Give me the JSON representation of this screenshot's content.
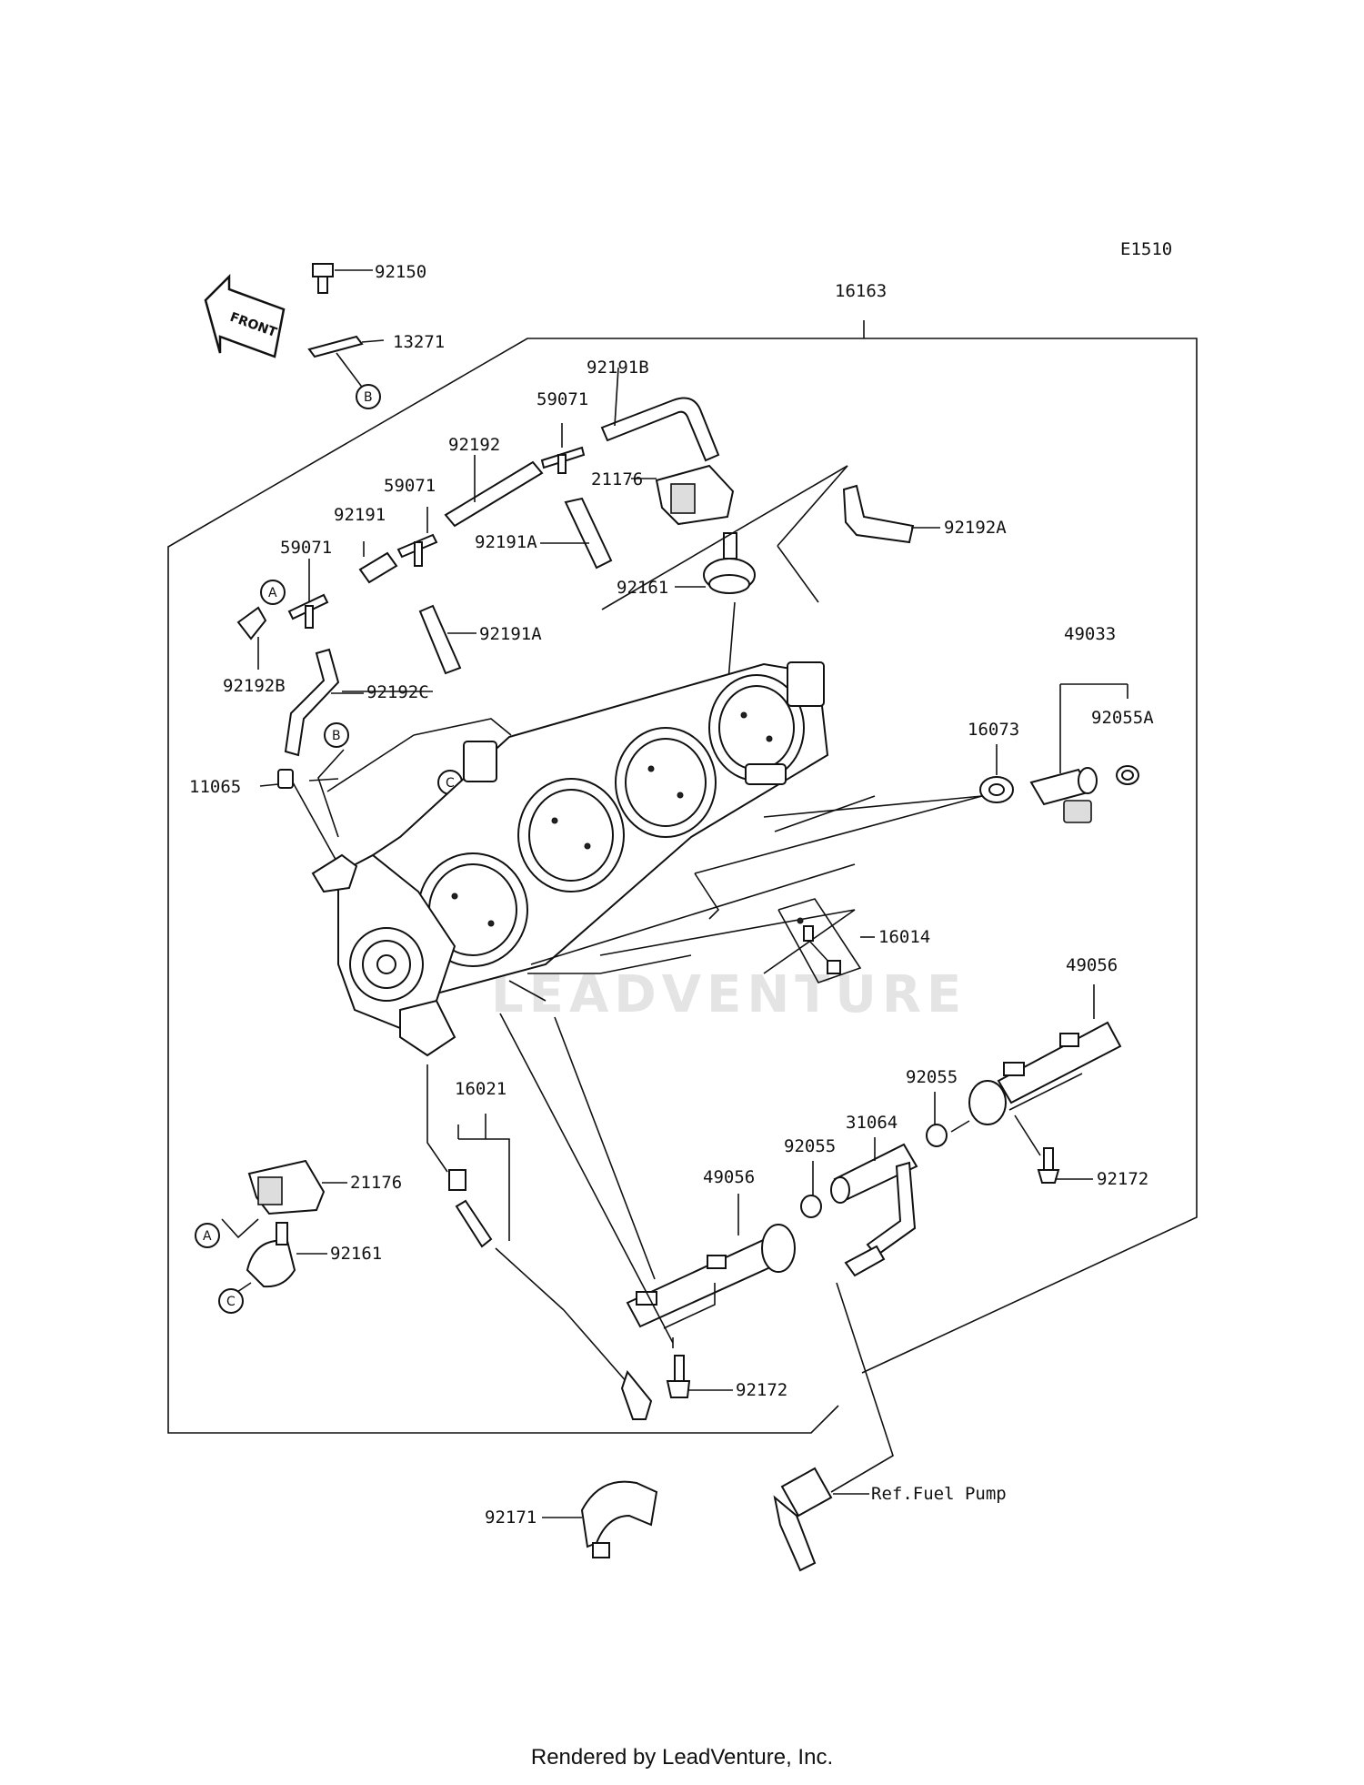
{
  "diagram_code": "E1510",
  "front_label": "FRONT",
  "watermark": "LEADVENTURE",
  "footer": "Rendered by LeadVenture, Inc.",
  "callouts": {
    "p16163": "16163",
    "p92150": "92150",
    "p13271": "13271",
    "p92191B": "92191B",
    "p59071_a": "59071",
    "p59071_b": "59071",
    "p59071_c": "59071",
    "p92192": "92192",
    "p21176_top": "21176",
    "p92191": "92191",
    "p92191A_a": "92191A",
    "p92191A_b": "92191A",
    "p92192A": "92192A",
    "p92161_top": "92161",
    "p92192B": "92192B",
    "p92192C": "92192C",
    "p49033": "49033",
    "p16073": "16073",
    "p92055A": "92055A",
    "p11065": "11065",
    "p16014": "16014",
    "p49056_r": "49056",
    "p92055_r": "92055",
    "p31064": "31064",
    "p92055_l": "92055",
    "p49056_l": "49056",
    "p16021": "16021",
    "p21176_bot": "21176",
    "p92161_bot": "92161",
    "p92172_r": "92172",
    "p92172_l": "92172",
    "p92171": "92171",
    "ref_fuel_pump": "Ref.Fuel Pump"
  },
  "reference_markers": {
    "A_top": "A",
    "B_top": "B",
    "B_mid": "B",
    "C_mid": "C",
    "A_bot": "A",
    "C_bot": "C"
  }
}
